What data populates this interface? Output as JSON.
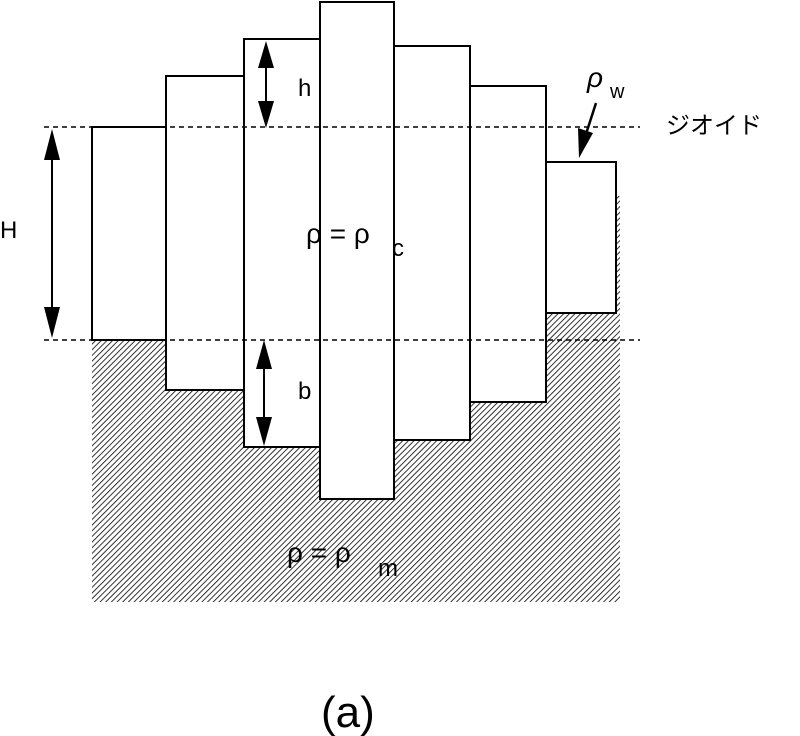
{
  "labels": {
    "geoid": "ジオイド",
    "H": "H",
    "h": "h",
    "b": "b",
    "rho_w": "ρ",
    "rho_w_sub": "w",
    "rho_c": "ρ = ρ",
    "rho_c_sub": "c",
    "rho_m": "ρ = ρ",
    "rho_m_sub": "m",
    "caption": "(a)"
  },
  "colors": {
    "stroke": "#000000",
    "hatch": "#000000",
    "background": "#ffffff"
  }
}
